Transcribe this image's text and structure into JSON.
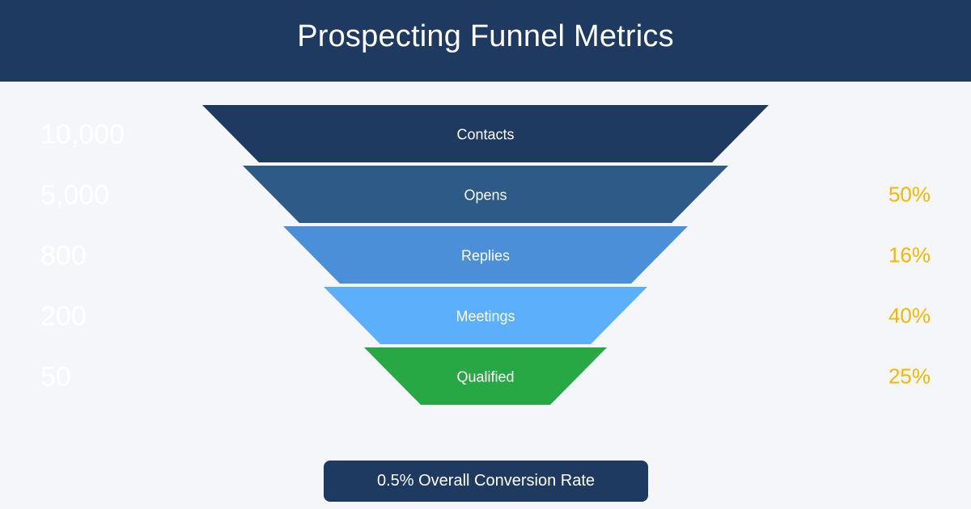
{
  "header": {
    "title": "Prospecting Funnel Metrics"
  },
  "chart_data": {
    "type": "funnel",
    "title": "Prospecting Funnel Metrics",
    "stages": [
      {
        "label": "Contacts",
        "value": 10000,
        "value_label": "10,000",
        "conversion": "",
        "color": "#1f3a60"
      },
      {
        "label": "Opens",
        "value": 5000,
        "value_label": "5,000",
        "conversion": "50%",
        "color": "#2e5a88"
      },
      {
        "label": "Replies",
        "value": 800,
        "value_label": "800",
        "conversion": "16%",
        "color": "#4a8fd8"
      },
      {
        "label": "Meetings",
        "value": 200,
        "value_label": "200",
        "conversion": "40%",
        "color": "#5cb0fb"
      },
      {
        "label": "Qualified",
        "value": 50,
        "value_label": "50",
        "conversion": "25%",
        "color": "#28a745"
      }
    ],
    "value_label_color": "#ffffff",
    "conversion_color": "#f5b800"
  },
  "summary": {
    "label": "0.5% Overall Conversion Rate"
  }
}
